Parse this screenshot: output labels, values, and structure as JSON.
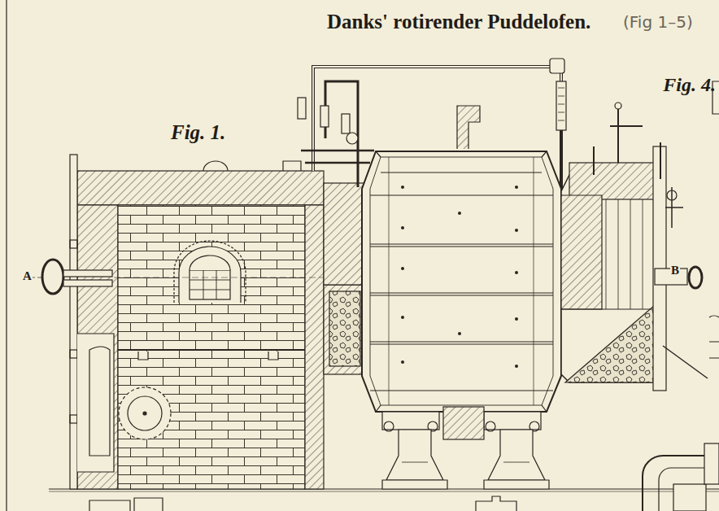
{
  "diagram": {
    "title": "Danks' rotirender Puddelofen.",
    "labels": [
      "(Fig 1–5)",
      "Fig. 1.",
      "Fig. 4.",
      "A",
      "B"
    ]
  }
}
